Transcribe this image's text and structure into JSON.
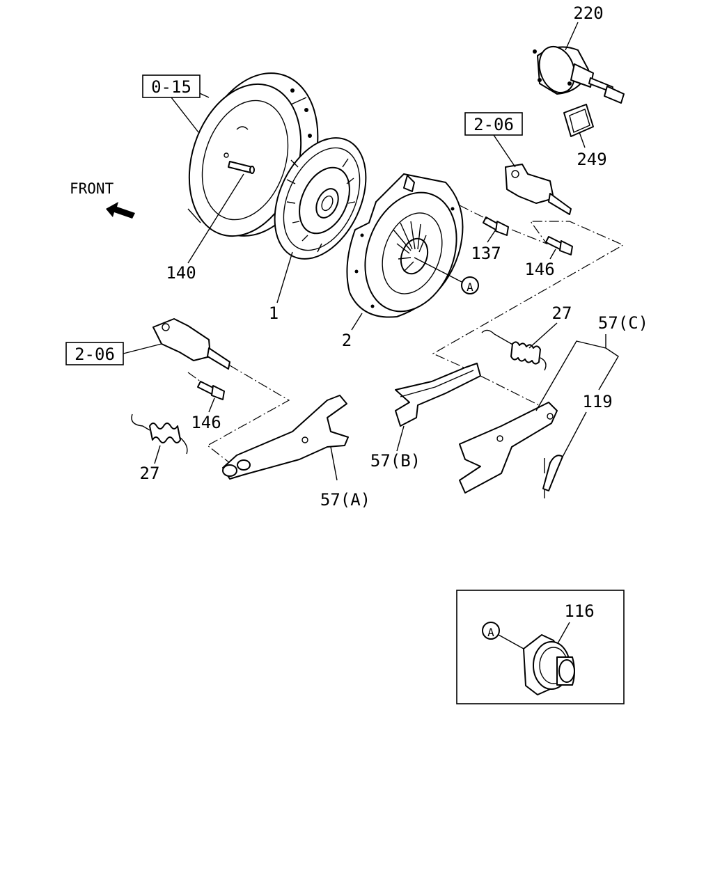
{
  "front_label": "FRONT",
  "refs": {
    "flywheel_ref": "0-15",
    "slave_cyl_ref_right": "2-06",
    "slave_cyl_ref_left": "2-06"
  },
  "part_numbers": {
    "servo": "220",
    "gasket": "249",
    "dowel": "140",
    "disc": "1",
    "pressure_plate": "2",
    "bolt_137": "137",
    "bolt_146_right": "146",
    "bolt_146_left": "146",
    "spring_right": "27",
    "spring_left": "27",
    "lever_a": "57(A)",
    "lever_b": "57(B)",
    "lever_c": "57(C)",
    "clip": "119",
    "bearing": "116"
  },
  "callouts": {
    "main": "A",
    "inset": "A"
  }
}
